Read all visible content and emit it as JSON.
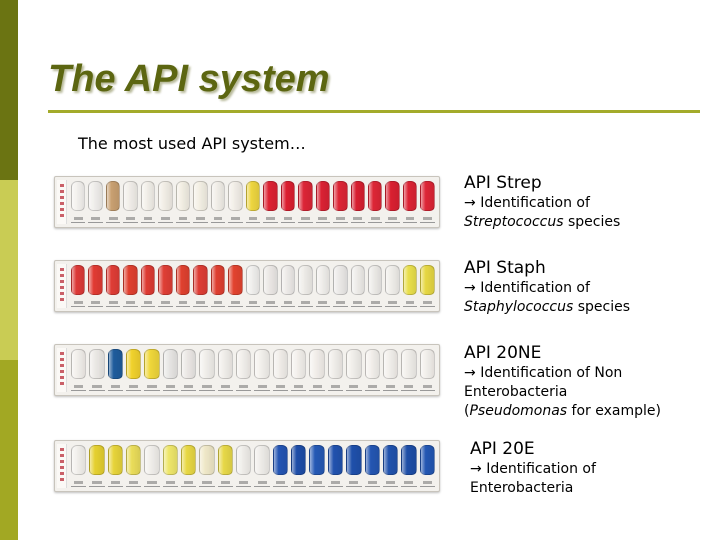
{
  "slide": {
    "title": "The API system",
    "subtitle": "The most used API system…"
  },
  "colors": {
    "accent": "#6b7412",
    "title_color": "#5c6611",
    "rule": "#a3ab2a"
  },
  "strips": [
    {
      "name": "API Strep",
      "arrow": "→",
      "line1": "Identification of",
      "line2_italic": "Streptococcus",
      "line2_rest": "species",
      "wells": [
        "#f4f2ef",
        "#f1efec",
        "#c9a071",
        "#f2efea",
        "#f3f0ea",
        "#f2eee6",
        "#f3efe4",
        "#f4f0e5",
        "#f2efe9",
        "#f3efe8",
        "#eed640",
        "#dd2233",
        "#dc1f30",
        "#dc2536",
        "#da2234",
        "#dd2535",
        "#d81f30",
        "#dd2636",
        "#da2031",
        "#dc2334",
        "#dd2536"
      ]
    },
    {
      "name": "API Staph",
      "arrow": "→",
      "line1": "Identification of",
      "line2_italic": "Staphylococcus",
      "line2_rest": "species",
      "wells": [
        "#dd3a38",
        "#e13b33",
        "#df3d36",
        "#e0402f",
        "#de3b33",
        "#df3e35",
        "#e0412f",
        "#de3d35",
        "#df4031",
        "#e2432f",
        "#f1f0ee",
        "#ece9e6",
        "#eeebe9",
        "#efede9",
        "#f1efec",
        "#eceae8",
        "#efedea",
        "#edebe8",
        "#f0eeea",
        "#e9df4c",
        "#e6d743"
      ]
    },
    {
      "name": "API 20NE",
      "arrow": "→",
      "line1a": "Identification of",
      "line1b": "Non",
      "line2": "Enterobacteria",
      "line3_open": "(",
      "line3_italic": "Pseudomonas",
      "line3_rest": "for example)",
      "wells": [
        "#f3f0ec",
        "#ece9e6",
        "#1f5c9c",
        "#f1d22d",
        "#f0d73a",
        "#e8e7e5",
        "#ece9e6",
        "#f2f0ec",
        "#f1eeea",
        "#f3f0ec",
        "#f4f1ed",
        "#f2efeb",
        "#f4f1ed",
        "#f3f0ec",
        "#f1eeea",
        "#f2efeb",
        "#f4f1ed",
        "#f3f0ec",
        "#f2efeb",
        "#f3f0ec"
      ]
    },
    {
      "name": "API 20E",
      "arrow": "→",
      "line1": "Identification of",
      "line2": "Enterobacteria",
      "wells": [
        "#f3f1ed",
        "#e5d030",
        "#e7d43a",
        "#eadd5a",
        "#f2f0ec",
        "#eee66a",
        "#e8d844",
        "#efe8c8",
        "#e7d848",
        "#f1efeb",
        "#f0eeea",
        "#2455b3",
        "#1e4ea8",
        "#2559b5",
        "#2152ae",
        "#1f50ab",
        "#2456b2",
        "#2153ad",
        "#1e4ea7",
        "#2357b3"
      ]
    }
  ]
}
